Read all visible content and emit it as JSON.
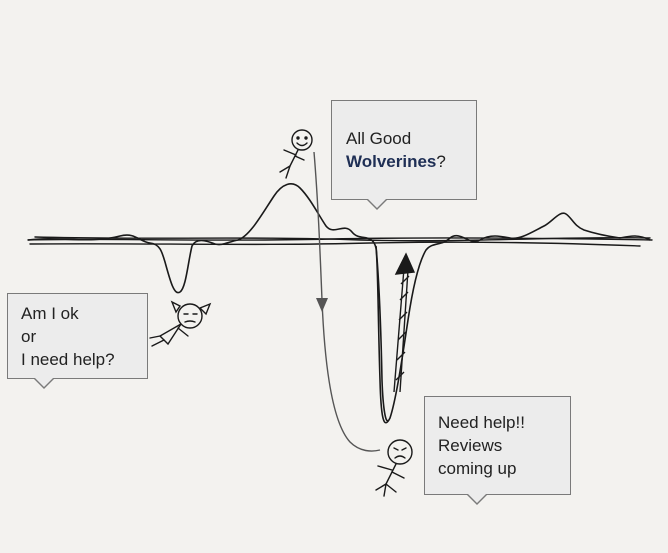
{
  "callouts": {
    "top": {
      "text_before": "All Good",
      "strong": "Wolverines",
      "suffix": "?"
    },
    "left": {
      "lines": [
        "Am I ok",
        "or",
        "I need help?"
      ]
    },
    "bottom": {
      "lines": [
        "Need help!!",
        "Reviews",
        "coming up"
      ]
    }
  },
  "colors": {
    "paper": "#f3f2ef",
    "ink": "#1a1a1a",
    "callout_fill": "#ececec",
    "callout_border": "#7a7a7a",
    "emphasis": "#1f2f55",
    "arrow": "#555555"
  },
  "icons": [
    "stick-figure-top",
    "stick-figure-girl",
    "stick-figure-worried",
    "upward-arrow",
    "downward-path-arrow"
  ]
}
